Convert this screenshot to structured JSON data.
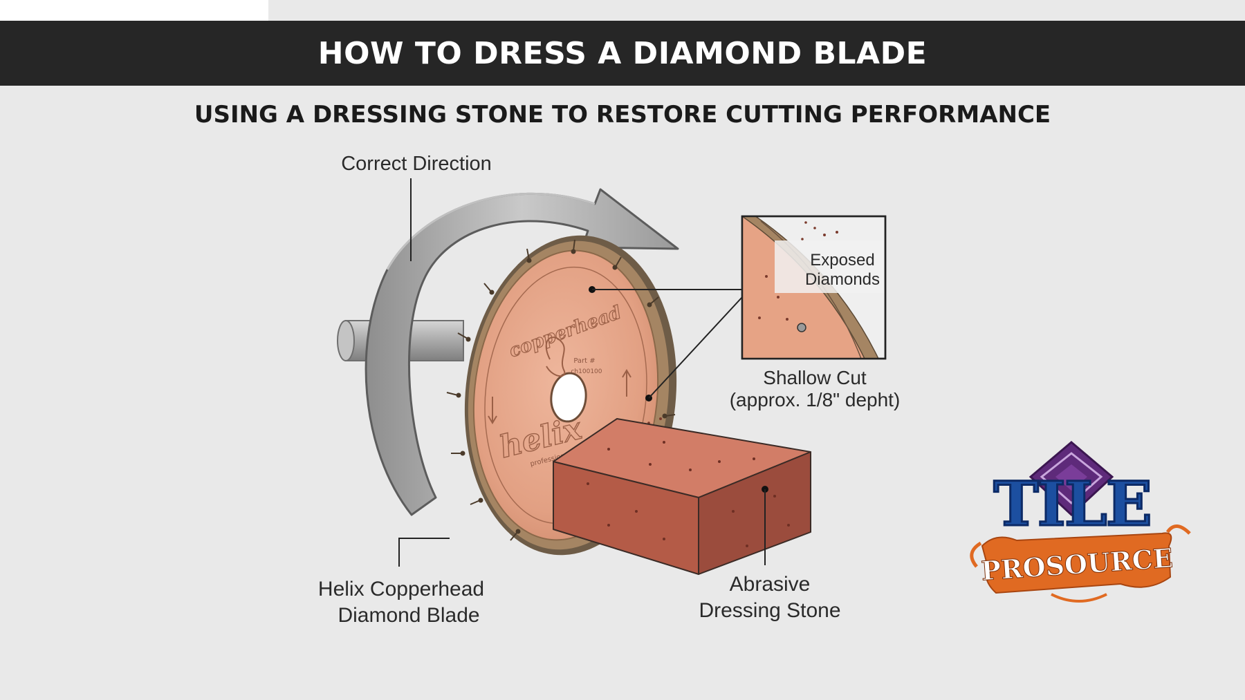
{
  "header": {
    "title": "HOW TO DRESS A DIAMOND BLADE",
    "subtitle": "USING A DRESSING STONE TO RESTORE CUTTING PERFORMANCE"
  },
  "labels": {
    "direction": "Correct Direction",
    "exposed_line1": "Exposed",
    "exposed_line2": "Diamonds",
    "shallow_line1": "Shallow Cut",
    "shallow_line2": "(approx. 1/8\" depht)",
    "blade_line1": "Helix Copperhead",
    "blade_line2": "Diamond Blade",
    "stone_line1": "Abrasive",
    "stone_line2": "Dressing Stone"
  },
  "blade_markings": {
    "brand": "copperhead",
    "part": "Part #",
    "part_no": "ch100100",
    "logo": "helix",
    "logo_sub": "professional tools"
  },
  "logo": {
    "line1": "TILE",
    "line2": "PROSOURCE"
  },
  "colors": {
    "title_bar": "#262626",
    "background": "#e9e9e9",
    "blade_copper": "#e3a184",
    "blade_rim": "#9b7a55",
    "stone": "#c06a56",
    "arrow": "#a8a8a8",
    "logo_blue": "#1c4fa0",
    "logo_orange": "#e06a22",
    "logo_purple": "#5e2a7a"
  }
}
